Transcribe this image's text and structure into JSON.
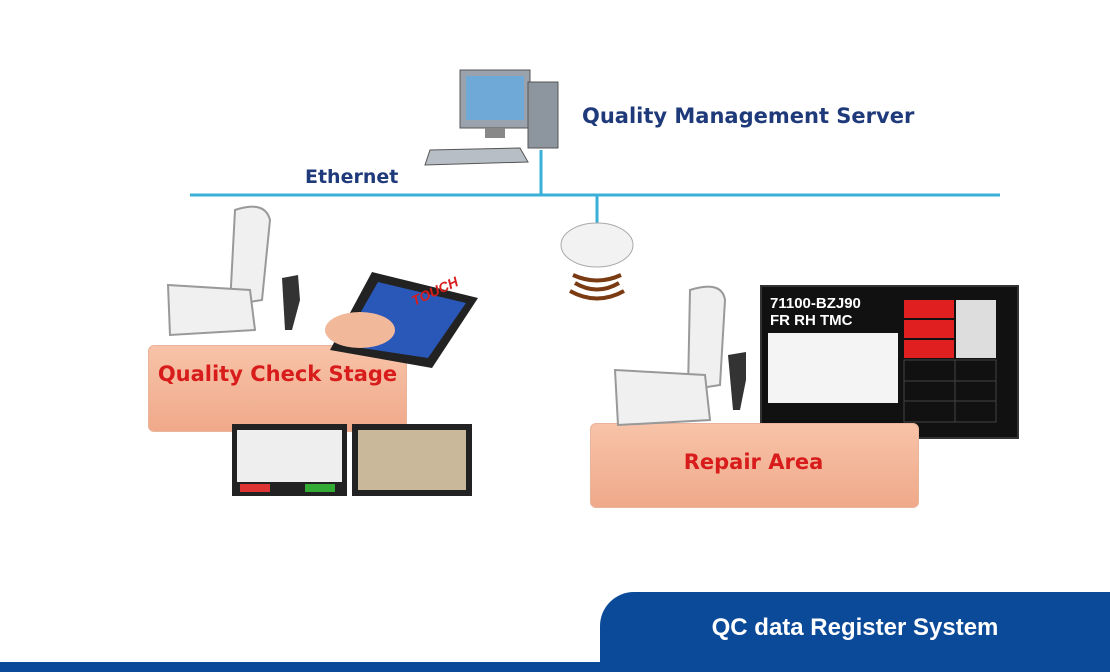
{
  "diagram": {
    "server_label": "Quality Management Server",
    "network_label": "Ethernet",
    "qc_stage_label": "Quality Check Stage",
    "repair_area_label": "Repair Area",
    "touch_label": "TOUCH",
    "monitor": {
      "part_code": "71100-BZJ90",
      "part_desc": "FR RH TMC"
    }
  },
  "banner": {
    "title": "QC data Register System"
  },
  "colors": {
    "banner": "#0b4a98",
    "network": "#3ab0d8",
    "label_blue": "#1f3a7a",
    "stage_red": "#d81c1c"
  }
}
